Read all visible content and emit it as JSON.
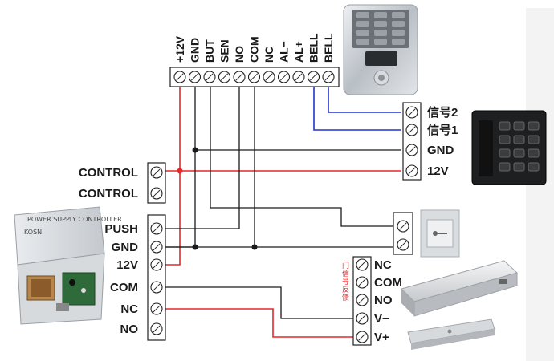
{
  "top_terminal": {
    "labels": [
      "+12V",
      "GND",
      "BUT",
      "SEN",
      "NO",
      "COM",
      "NC",
      "AL−",
      "AL+",
      "BELL",
      "BELL"
    ]
  },
  "bell_terminal": {
    "labels": [
      "信号2",
      "信号1",
      "GND",
      "12V"
    ]
  },
  "control_terminal": {
    "labels": [
      "CONTROL",
      "CONTROL"
    ]
  },
  "psu_terminal": {
    "labels": [
      "PUSH",
      "GND",
      "12V",
      "COM",
      "NC",
      "NO"
    ]
  },
  "lock_terminal": {
    "labels": [
      "NC",
      "COM",
      "NO",
      "V−",
      "V+"
    ],
    "note_chars": [
      "门",
      "信",
      "号",
      "反",
      "馈"
    ]
  },
  "psu_device": {
    "label": "POWER SUPPLY CONTROLLER",
    "brand": "KOSN"
  },
  "colors": {
    "red": "#e8262a",
    "blue": "#2233cc",
    "black": "#1a1a1a"
  }
}
